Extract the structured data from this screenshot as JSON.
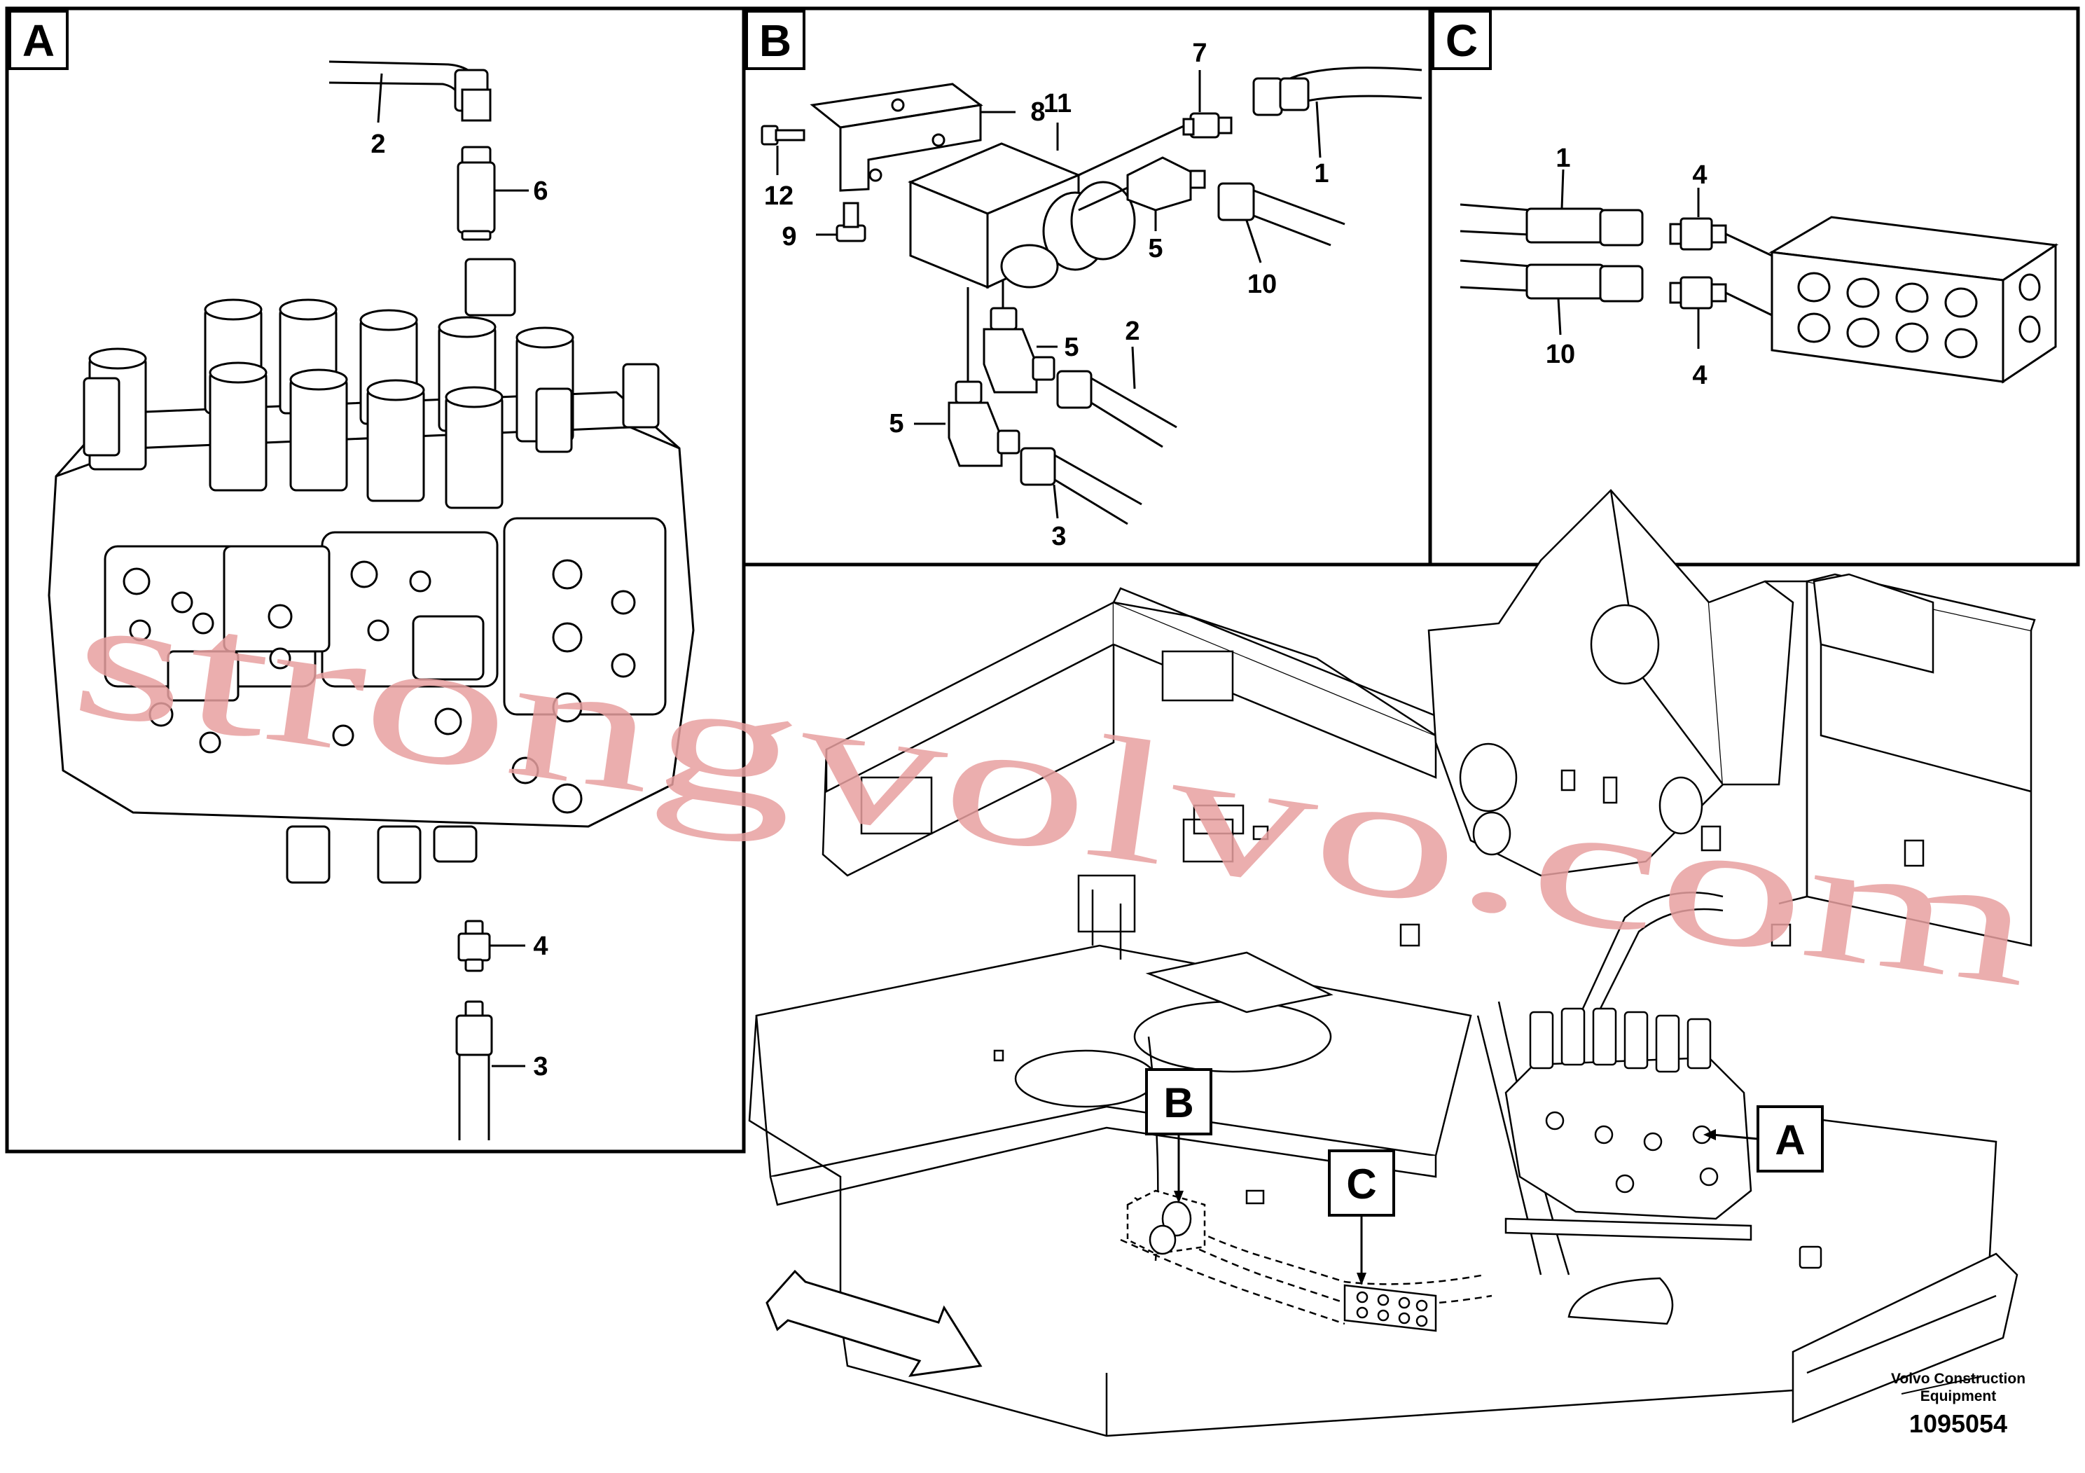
{
  "panels": {
    "a": {
      "letter": "A"
    },
    "b": {
      "letter": "B"
    },
    "c": {
      "letter": "C"
    }
  },
  "labels": {
    "a": [
      "2",
      "6",
      "4",
      "3"
    ],
    "b": [
      "8",
      "11",
      "7",
      "1",
      "12",
      "9",
      "5",
      "10",
      "5",
      "2",
      "5",
      "3"
    ],
    "c": [
      "1",
      "4",
      "10",
      "4"
    ]
  },
  "callouts": {
    "a": "A",
    "b": "B",
    "c": "C"
  },
  "watermark": "strongvolvo.com",
  "footer": {
    "brand_line1": "Volvo Construction",
    "brand_line2": "Equipment",
    "number": "1095054"
  }
}
